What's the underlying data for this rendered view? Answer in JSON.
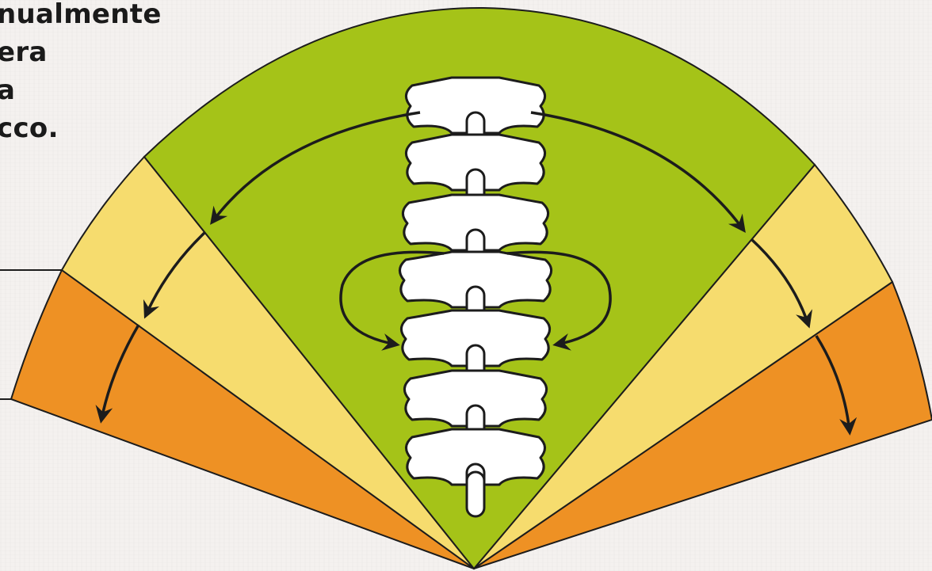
{
  "caption": {
    "lines": [
      "nualmente",
      "era",
      "a",
      "cco."
    ]
  },
  "colors": {
    "background": "#f4f1ef",
    "center_zone": "#a5c318",
    "middle_zone": "#f6dc6e",
    "outer_zone": "#ee9124",
    "vertebra_fill": "#ffffff",
    "outline": "#1c1c1c"
  },
  "icons": {
    "spine": "vertebral-column-icon",
    "arrows": "curved-arrow-icon"
  }
}
